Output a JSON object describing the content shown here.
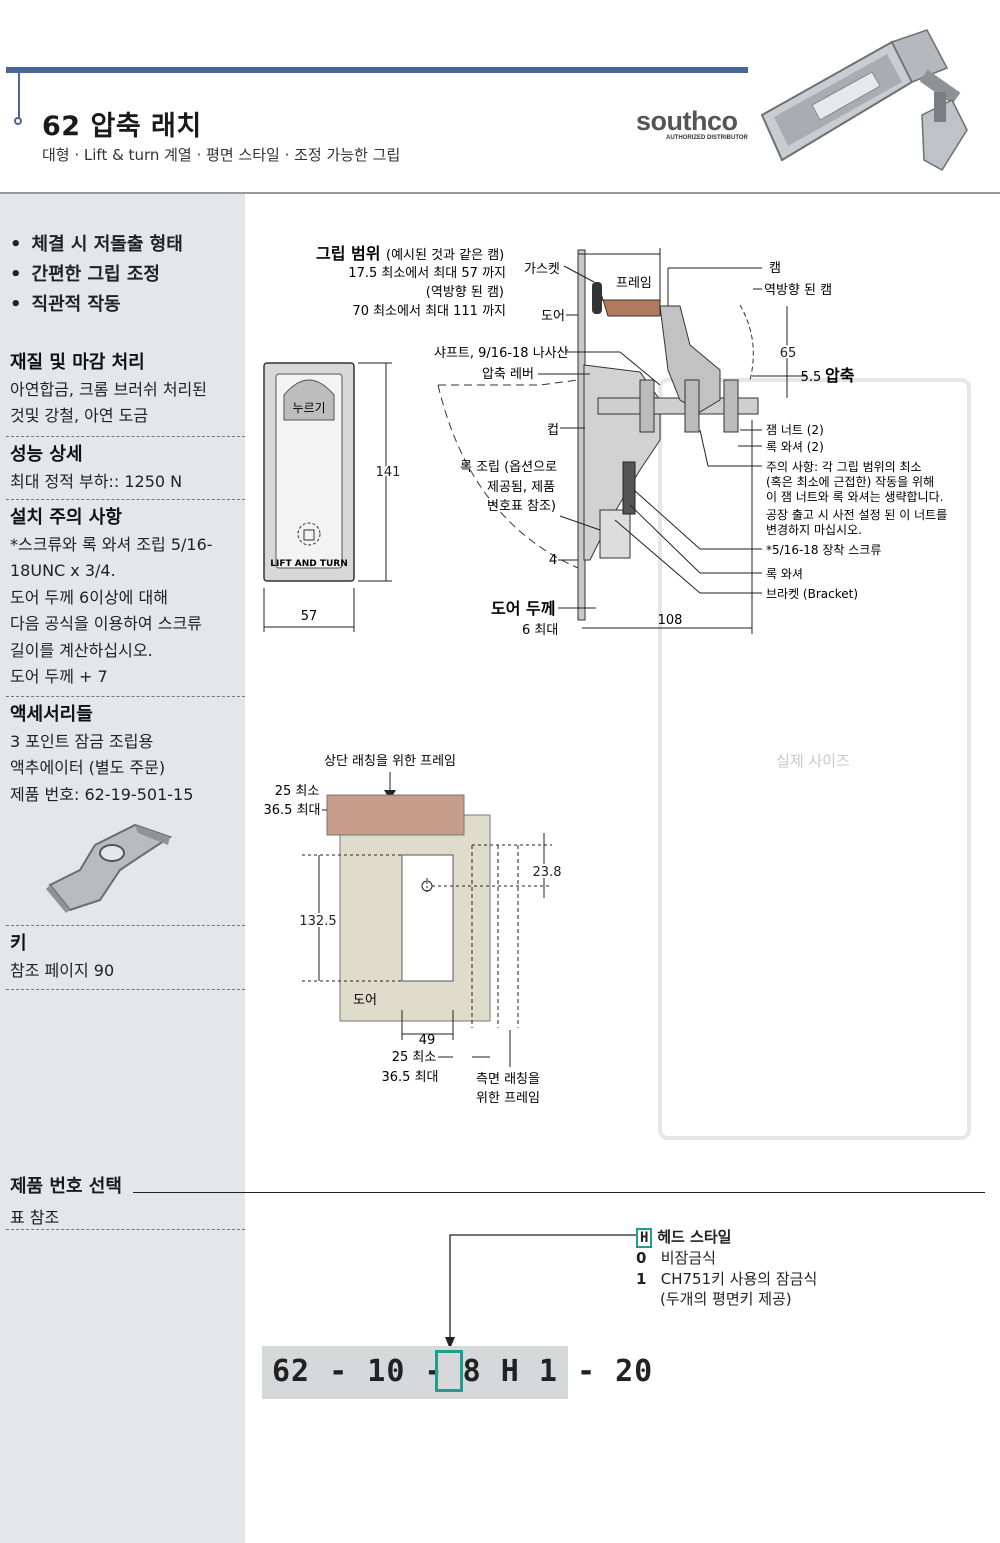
{
  "header": {
    "title": "62 압축 래치",
    "subtitle": "대형 · Lift & turn 계열 · 평면 스타일 · 조정 가능한 그립",
    "logo": "southco",
    "logo_sub": "AUTHORIZED DISTRIBUTOR"
  },
  "features": [
    "체결 시 저돌출 형태",
    "간편한 그립 조정",
    "직관적 작동"
  ],
  "material": {
    "heading": "재질 및 마감 처리",
    "lines": [
      "아연합금, 크롬 브러쉬 처리된",
      "것및 강철, 아연 도금"
    ]
  },
  "performance": {
    "heading": "성능 상세",
    "lines": [
      "최대 정적 부하:: 1250 N"
    ]
  },
  "install": {
    "heading": "설치 주의 사항",
    "lines": [
      "*스크류와 록 와셔 조립 5/16-",
      "18UNC x 3/4.",
      "도어 두께 6이상에 대해",
      "다음 공식을 이용하여 스크류",
      "길이를 계산하십시오.",
      "도어 두께 + 7"
    ]
  },
  "accessories": {
    "heading": "액세서리들",
    "lines": [
      "3 포인트 잠금 조립용",
      "액추에이터 (별도 주문)",
      "제품 번호: 62-19-501-15"
    ]
  },
  "key": {
    "heading": "키",
    "lines": [
      "참조 페이지 90"
    ]
  },
  "diagram": {
    "grip_range": "그립 범위",
    "grip_range_note": "(예시된 것과 같은 캠)",
    "grip_1": "17.5 최소에서 최대 57 까지",
    "grip_2": "(역방향 된 캠)",
    "grip_3": "70 최소에서 최대 111 까지",
    "gasket": "가스켓",
    "frame": "프레임",
    "door": "도어",
    "shaft": "샤프트, 9/16-18 나사산",
    "lever": "압축 레버",
    "cup": "컵",
    "lock_assy": [
      "록 조립 (옵션으로",
      "제공됨, 제품",
      "번호표 참조)"
    ],
    "cam": "캠",
    "reversed_cam": "역방향 된 캠",
    "d65": "65",
    "d55": "5.5",
    "compression": "압축",
    "jam_nut": "잼 너트 (2)",
    "lock_washer_2": "록 와셔 (2)",
    "note_lines": [
      "주의 사항: 각 그립 범위의 최소",
      "(혹은 최소에 근접한) 작동을 위해",
      "이 잼 너트와 록 와셔는 생략합니다.",
      "공장 출고 시 사전 설정 된 이 너트를",
      "변경하지 마십시오."
    ],
    "screw": "*5/16-18 장착 스크류",
    "lock_washer": "록 와셔",
    "bracket": "브라켓 (Bracket)",
    "push": "누르기",
    "lift_turn": "LIFT AND TURN",
    "d141": "141",
    "d57": "57",
    "d4": "4",
    "door_thk": "도어 두께",
    "door_thk_max": "6 최대",
    "d108": "108",
    "actual_size": "실제 사이즈"
  },
  "cutout": {
    "top_frame": "상단 래칭을 위한 프레임",
    "min25a": "25 최소",
    "max365a": "36.5 최대",
    "d1325": "132.5",
    "d238": "23.8",
    "door": "도어",
    "d49": "49",
    "min25b": "25 최소",
    "max365b": "36.5 최대",
    "side_frame_1": "측면 래칭을",
    "side_frame_2": "위한 프레임"
  },
  "selection": {
    "title": "제품 번호 선택",
    "sub": "표 참조",
    "code": "62 - 10 - 8 H 1 - 20",
    "code_pre": "62 - 10 - 8 ",
    "code_h": "H",
    "code_post": " 1 - 20",
    "head_letter": "H",
    "head_title": "헤드 스타일",
    "opt0_code": "0",
    "opt0_text": "비잠금식",
    "opt1_code": "1",
    "opt1_text": "CH751키 사용의 잠금식",
    "opt1_text2": "(두개의 평면키 제공)"
  },
  "colors": {
    "accent": "#4a6694",
    "sidebar": "#e4e6e8",
    "highlight": "#1f9e8f",
    "frame": "#b07a5e"
  }
}
